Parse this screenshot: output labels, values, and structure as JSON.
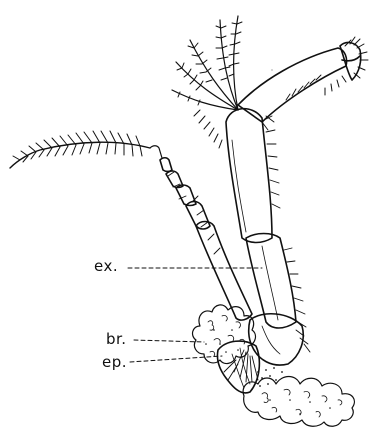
{
  "labels": {
    "ex": "ex.",
    "br": "br.",
    "ep": "ep."
  },
  "colors": {
    "ink": "#111111",
    "paper": "#ffffff"
  }
}
